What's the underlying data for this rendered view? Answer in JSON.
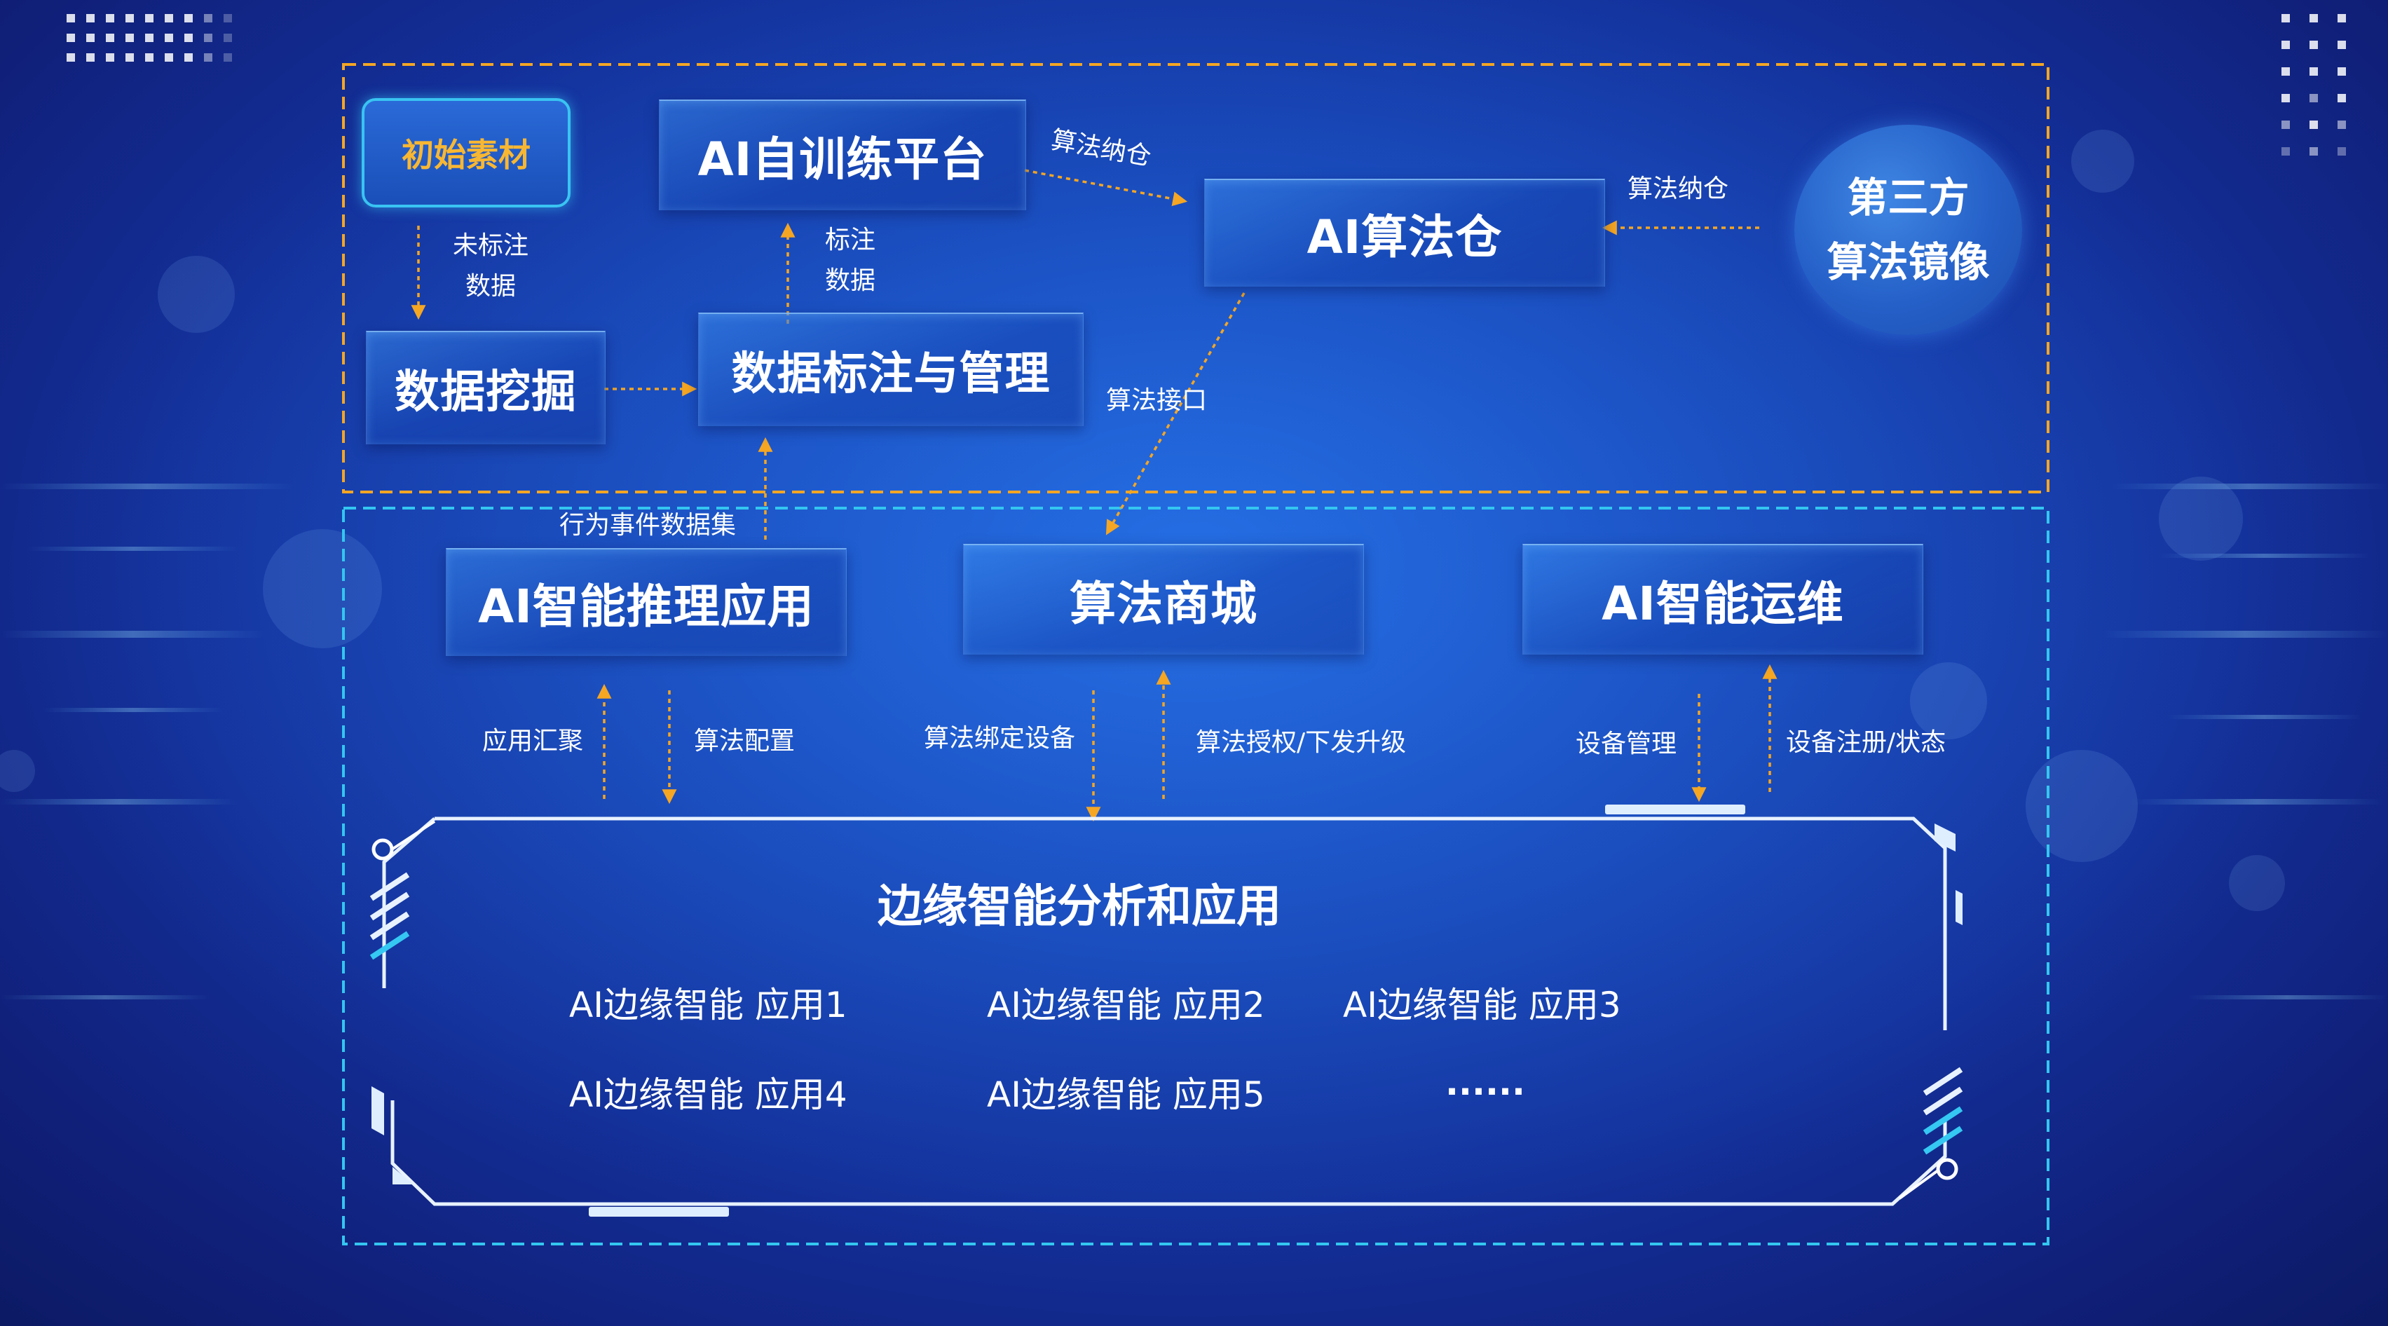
{
  "top_section": {
    "initial_material": "初始素材",
    "ai_training_platform": "AI自训练平台",
    "ai_algorithm_warehouse": "AI算法仓",
    "third_party_image": [
      "第三方",
      "算法镜像"
    ],
    "data_mining": "数据挖掘",
    "data_labeling_management": "数据标注与管理"
  },
  "top_labels": {
    "unlabeled_data": [
      "未标注",
      "数据"
    ],
    "labeled_data": [
      "标注",
      "数据"
    ],
    "store_algo_1": "算法纳仓",
    "store_algo_2": "算法纳仓",
    "algo_interface": "算法接口",
    "behavior_event_dataset": "行为事件数据集"
  },
  "middle_section": {
    "ai_inference_app": "AI智能推理应用",
    "algorithm_mall": "算法商城",
    "ai_ops": "AI智能运维"
  },
  "flow_labels": {
    "app_aggregation": "应用汇聚",
    "algo_config": "算法配置",
    "algo_bind_device": "算法绑定设备",
    "algo_auth_upgrade": "算法授权/下发升级",
    "device_management": "设备管理",
    "device_register_status": "设备注册/状态"
  },
  "edge_section": {
    "title": "边缘智能分析和应用",
    "apps": [
      "AI边缘智能 应用1",
      "AI边缘智能 应用2",
      "AI边缘智能 应用3",
      "AI边缘智能 应用4",
      "AI边缘智能 应用5",
      "......"
    ]
  },
  "colors": {
    "orange_dash": "#f5a623",
    "cyan_dash": "#33c6f0",
    "initial_text": "#f8b733",
    "arrow": "#f5a623"
  }
}
